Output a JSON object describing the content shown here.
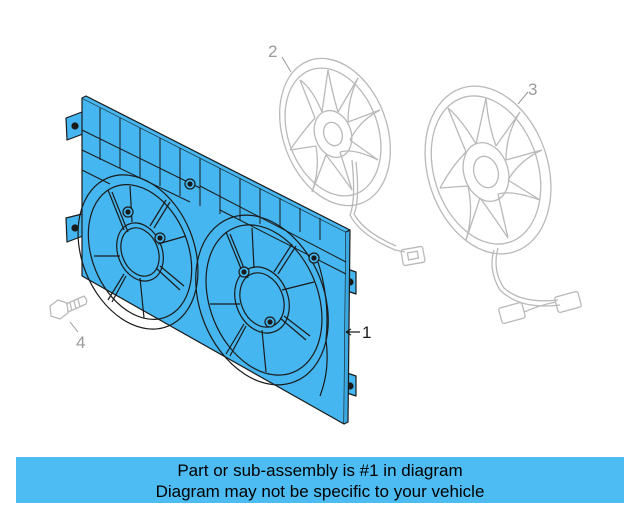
{
  "diagram": {
    "callouts": [
      {
        "id": "1",
        "label": "1"
      },
      {
        "id": "2",
        "label": "2"
      },
      {
        "id": "3",
        "label": "3"
      },
      {
        "id": "4",
        "label": "4"
      }
    ],
    "colors": {
      "highlight_fill": "#45b6ef",
      "outline_dark": "#1a1a1a",
      "outline_grey": "#b9b9b9",
      "label_grey": "#9a9a9a",
      "banner_bg": "#4dbcf2"
    }
  },
  "banner": {
    "line1": "Part or sub-assembly is #1 in diagram",
    "line2": "Diagram may not be specific to your vehicle"
  }
}
